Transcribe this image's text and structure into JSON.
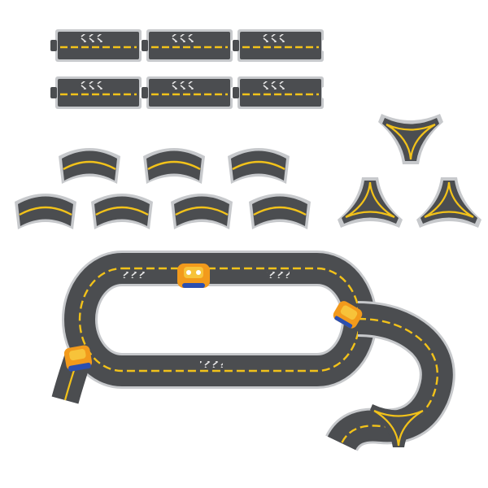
{
  "colors": {
    "background": "#ffffff",
    "road": "#4b4d50",
    "road_edge": "#c7c9cc",
    "lane_yellow": "#f2c21a",
    "chevron": "#e8e8e8",
    "car_orange": "#f29a1c",
    "car_yellow": "#f7c33a",
    "car_blue": "#2b4fb0"
  },
  "pieces": {
    "straight_tracks": 6,
    "curve_tracks_top_row": 3,
    "curve_tracks_bottom_row": 4,
    "tri_junctions": 3
  },
  "assembled_layout": {
    "toy_cars": 3
  }
}
